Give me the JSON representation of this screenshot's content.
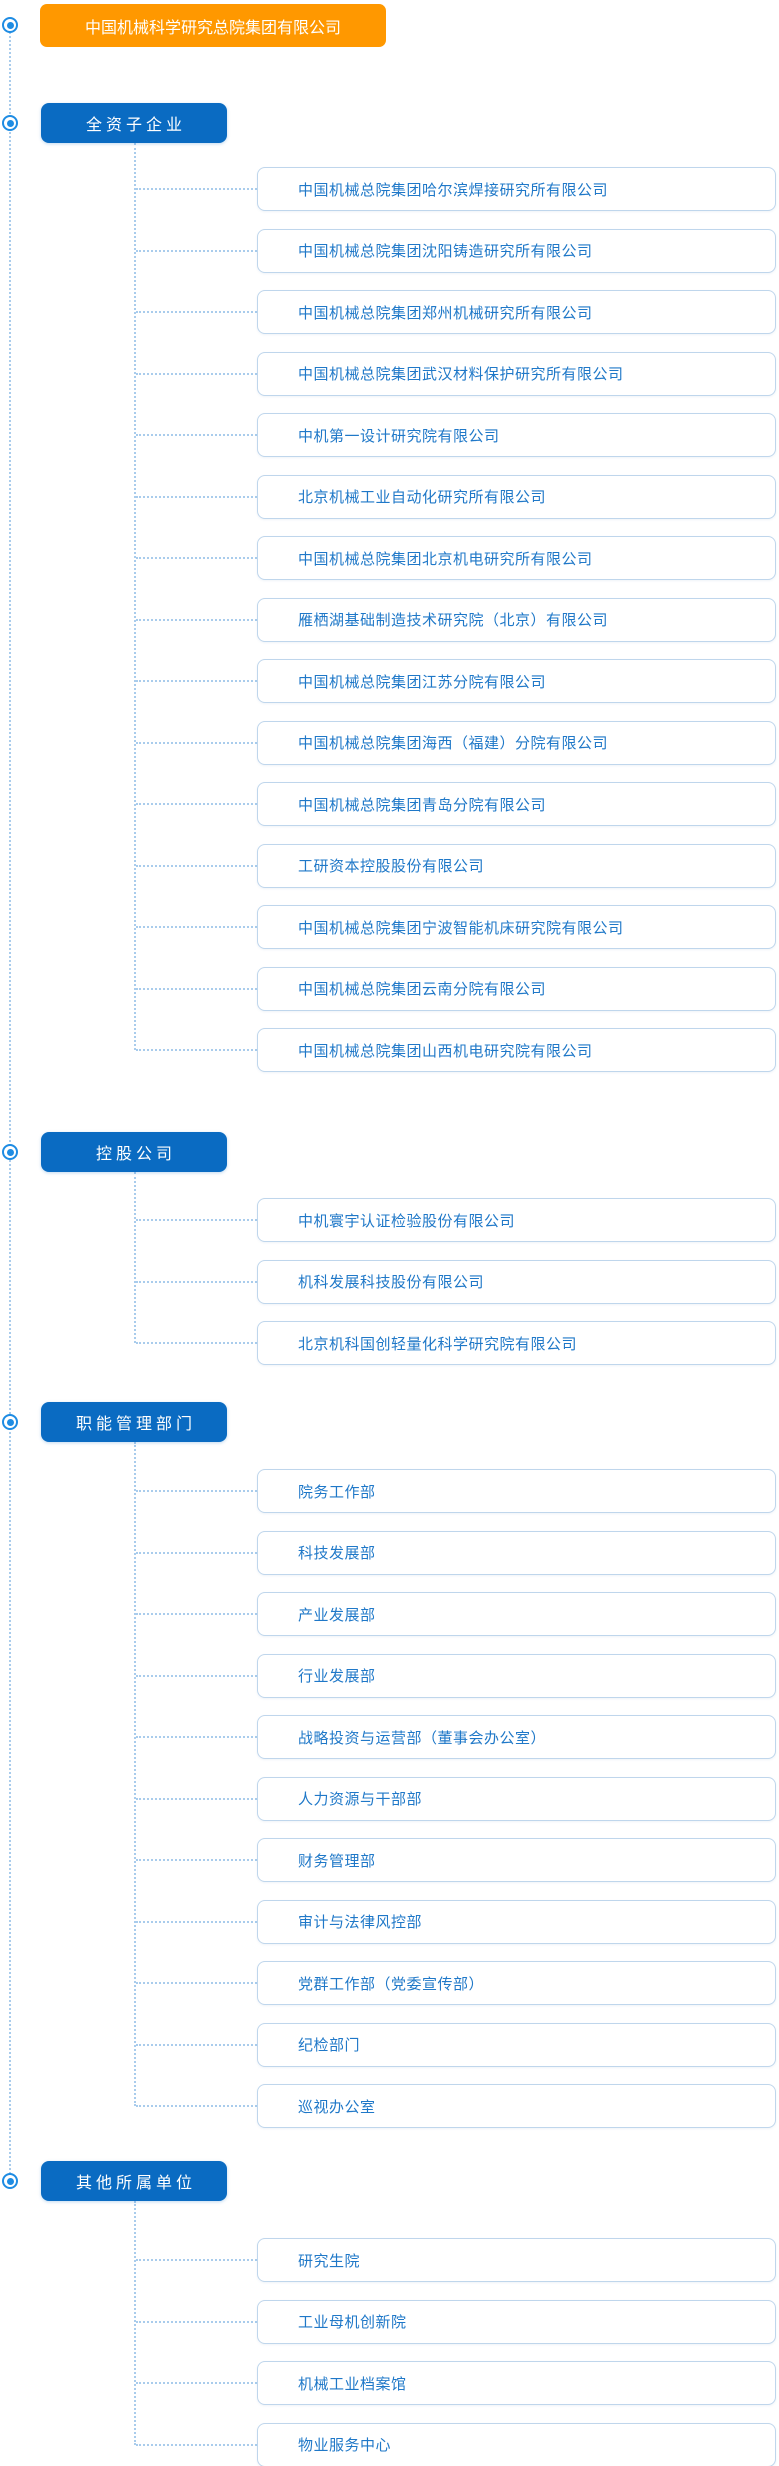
{
  "root": {
    "title": "中国机械科学研究总院集团有限公司"
  },
  "colors": {
    "root-bg": "#FF9800",
    "section-bg": "#0A6BC2",
    "item-text": "#1F78C8",
    "item-border": "#BFD6EC",
    "connector": "#A9CCEC",
    "bullet": "#1E8CE3"
  },
  "sections": [
    {
      "label": "全资子企业",
      "items": [
        "中国机械总院集团哈尔滨焊接研究所有限公司",
        "中国机械总院集团沈阳铸造研究所有限公司",
        "中国机械总院集团郑州机械研究所有限公司",
        "中国机械总院集团武汉材料保护研究所有限公司",
        "中机第一设计研究院有限公司",
        "北京机械工业自动化研究所有限公司",
        "中国机械总院集团北京机电研究所有限公司",
        "雁栖湖基础制造技术研究院（北京）有限公司",
        "中国机械总院集团江苏分院有限公司",
        "中国机械总院集团海西（福建）分院有限公司",
        "中国机械总院集团青岛分院有限公司",
        "工研资本控股股份有限公司",
        "中国机械总院集团宁波智能机床研究院有限公司",
        "中国机械总院集团云南分院有限公司",
        "中国机械总院集团山西机电研究院有限公司"
      ]
    },
    {
      "label": "控股公司",
      "items": [
        "中机寰宇认证检验股份有限公司",
        "机科发展科技股份有限公司",
        "北京机科国创轻量化科学研究院有限公司"
      ]
    },
    {
      "label": "职能管理部门",
      "items": [
        "院务工作部",
        "科技发展部",
        "产业发展部",
        "行业发展部",
        "战略投资与运营部（董事会办公室）",
        "人力资源与干部部",
        "财务管理部",
        "审计与法律风控部",
        "党群工作部（党委宣传部）",
        "纪检部门",
        "巡视办公室"
      ]
    },
    {
      "label": "其他所属单位",
      "items": [
        "研究生院",
        "工业母机创新院",
        "机械工业档案馆",
        "物业服务中心"
      ]
    }
  ]
}
